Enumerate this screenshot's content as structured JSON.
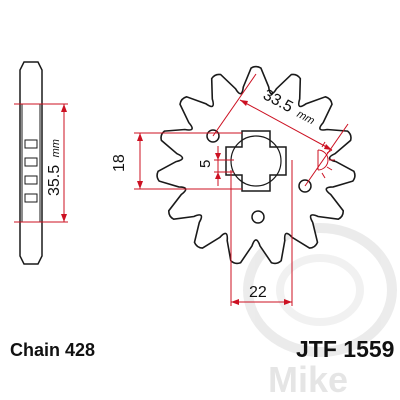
{
  "chain_label": "Chain 428",
  "part_number": "JTF 1559",
  "dimensions": {
    "bolt_circle": "33.5",
    "bolt_circle_unit": "mm",
    "side_diameter": "35.5",
    "side_unit": "mm",
    "height": "18",
    "offset": "5",
    "width": "22"
  },
  "watermark": "Mike",
  "colors": {
    "outline": "#1a1a1a",
    "dimension_line": "#cc1122",
    "watermark": "#d8d8d8",
    "text": "#111111"
  },
  "icons": {
    "rotation": "sun-rotation-icon"
  }
}
